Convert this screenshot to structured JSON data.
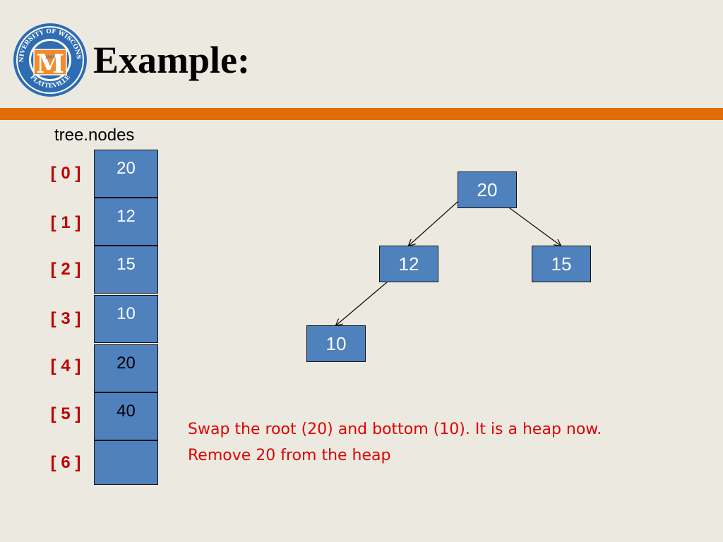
{
  "slide": {
    "title": "Example:",
    "logo_ring_text": "UNIVERSITY OF WISCONSIN PLATTEVILLE",
    "logo_year": "1866",
    "logo_monogram": "M"
  },
  "array": {
    "label": "tree.nodes",
    "indices": [
      "[ 0 ]",
      "[ 1 ]",
      "[ 2 ]",
      "[ 3 ]",
      "[ 4 ]",
      "[ 5 ]",
      "[ 6 ]"
    ],
    "values": [
      "20",
      "12",
      "15",
      "10",
      "20",
      "40",
      ""
    ]
  },
  "tree": {
    "nodes": [
      "20",
      "12",
      "15",
      "10"
    ],
    "edges": [
      [
        "20",
        "12"
      ],
      [
        "20",
        "15"
      ],
      [
        "12",
        "10"
      ]
    ]
  },
  "note": {
    "line1": "Swap the root (20) and bottom (10). It is a heap now.",
    "line2": "Remove 20 from the heap"
  },
  "colors": {
    "background": "#ECEAE0",
    "accent_bar": "#E36C0A",
    "box_fill": "#4F81BD",
    "index_text": "#C00000",
    "note_text": "#E00000"
  }
}
